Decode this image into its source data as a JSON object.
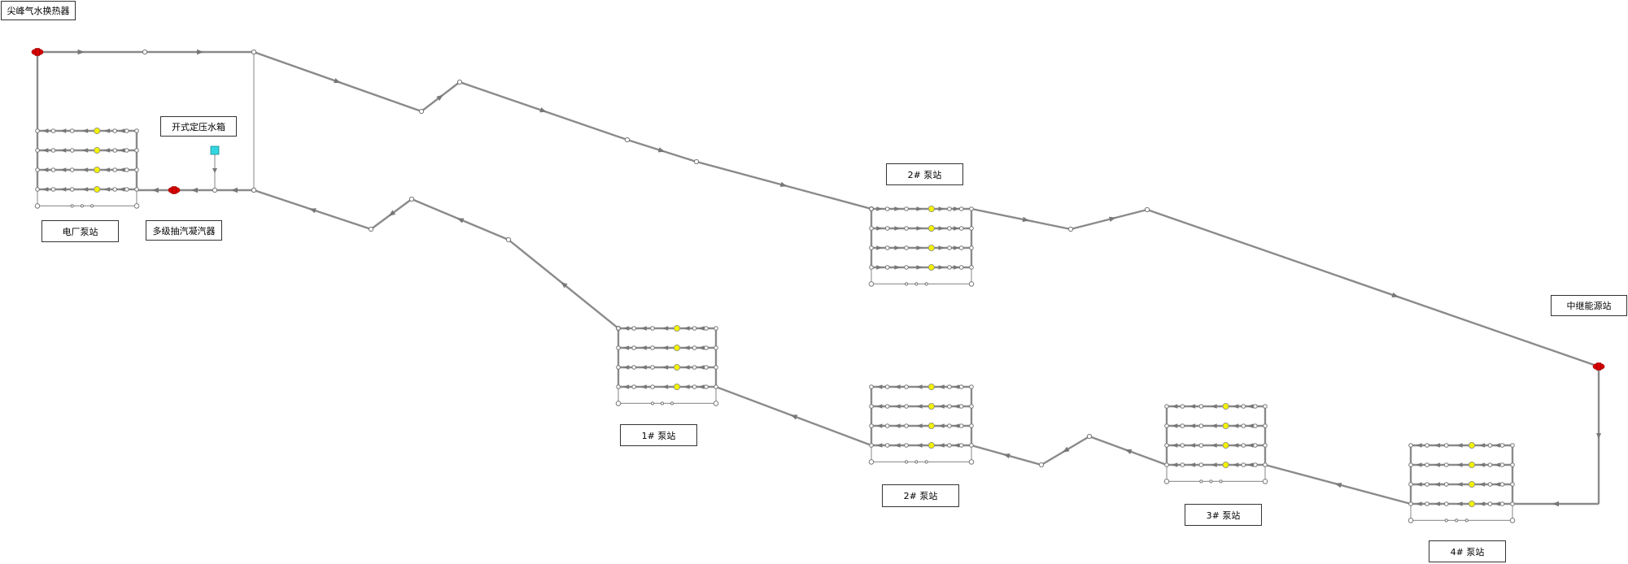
{
  "labels": {
    "peak_heat_exchanger": "尖峰气水换热器",
    "power_plant_pump_station": "电厂泵站",
    "multistage_condenser": "多级抽汽凝汽器",
    "open_pressure_tank": "开式定压水箱",
    "relay_energy_station": "中继能源站",
    "pump_station_1": "1# 泵站",
    "pump_station_2_top": "2# 泵站",
    "pump_station_2_bottom": "2# 泵站",
    "pump_station_3": "3# 泵站",
    "pump_station_4": "4# 泵站"
  },
  "colors": {
    "pipe": "#8a8a8a",
    "pump": "#f2f200",
    "valve": "#d40000",
    "tank": "#33d6e0",
    "node": "#ffffff"
  },
  "icons": {
    "pump": "pump-icon",
    "valve": "valve-icon",
    "tank": "tank-icon",
    "junction": "junction-node-icon",
    "flow_arrow": "flow-arrow-icon"
  }
}
